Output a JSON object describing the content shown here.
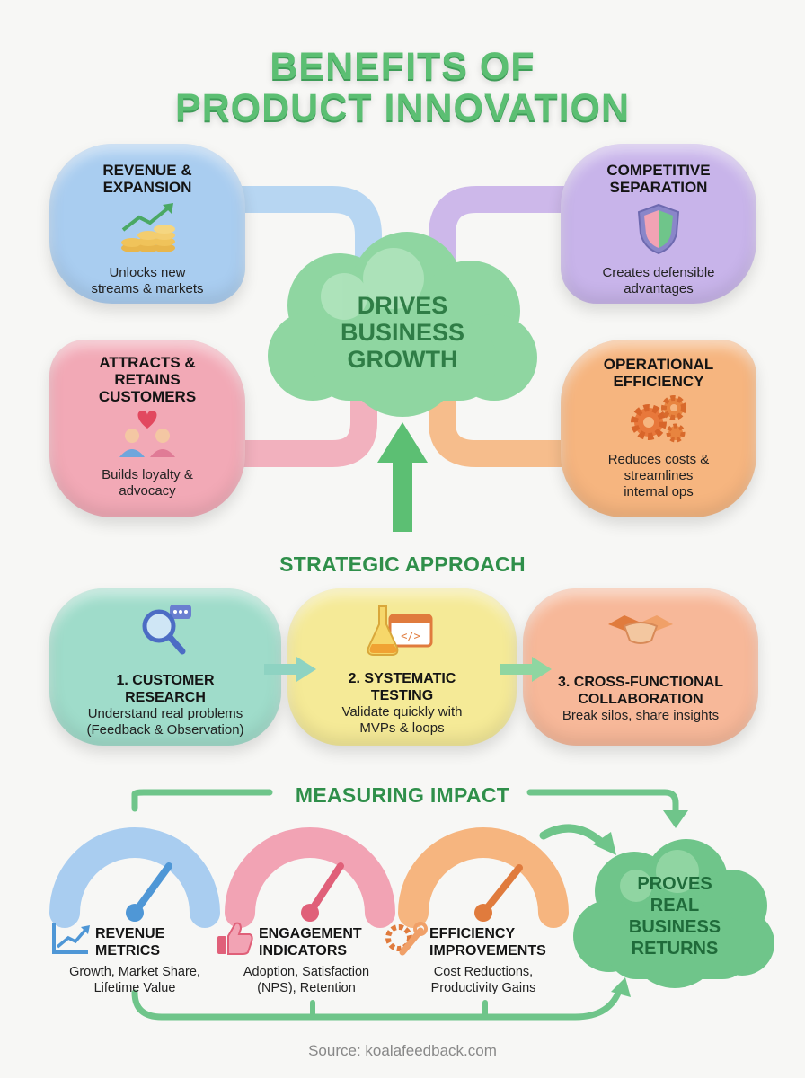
{
  "title": {
    "line1": "BENEFITS OF",
    "line2": "PRODUCT INNOVATION"
  },
  "center_cloud": {
    "line1": "DRIVES",
    "line2": "BUSINESS",
    "line3": "GROWTH"
  },
  "benefits": [
    {
      "title_line1": "REVENUE &",
      "title_line2": "EXPANSION",
      "text_line1": "Unlocks new",
      "text_line2": "streams & markets",
      "color": "#a9cdf0",
      "icon": "growth-coins-icon"
    },
    {
      "title_line1": "COMPETITIVE",
      "title_line2": "SEPARATION",
      "text_line1": "Creates defensible",
      "text_line2": "advantages",
      "color": "#c8b4ea",
      "icon": "shield-icon"
    },
    {
      "title_line1": "ATTRACTS &",
      "title_line2": "RETAINS",
      "title_line3": "CUSTOMERS",
      "text_line1": "Builds loyalty &",
      "text_line2": "advocacy",
      "color": "#f2a9b6",
      "icon": "people-heart-icon"
    },
    {
      "title_line1": "OPERATIONAL",
      "title_line2": "EFFICIENCY",
      "text_line1": "Reduces costs &",
      "text_line2": "streamlines",
      "text_line3": "internal ops",
      "color": "#f6b57f",
      "icon": "gears-icon"
    }
  ],
  "strategic": {
    "title": "STRATEGIC APPROACH",
    "steps": [
      {
        "title_line1": "1. CUSTOMER",
        "title_line2": "RESEARCH",
        "text_line1": "Understand real problems",
        "text_line2": "(Feedback & Observation)",
        "color": "#9fdcca",
        "icon": "magnifier-chat-icon"
      },
      {
        "title_line1": "2. SYSTEMATIC",
        "title_line2": "TESTING",
        "text_line1": "Validate quickly with",
        "text_line2": "MVPs & loops",
        "color": "#f5ea97",
        "icon": "flask-code-icon"
      },
      {
        "title_line1": "3. CROSS-FUNCTIONAL",
        "title_line2": "COLLABORATION",
        "text_line1": "Break silos, share insights",
        "color": "#f7b899",
        "icon": "handshake-icon"
      }
    ]
  },
  "measuring": {
    "title": "MEASURING IMPACT",
    "metrics": [
      {
        "title_line1": "REVENUE",
        "title_line2": "METRICS",
        "text_line1": "Growth, Market Share,",
        "text_line2": "Lifetime Value",
        "color": "#a9cdf0",
        "needle": "#4f97d6",
        "icon": "chart-icon"
      },
      {
        "title_line1": "ENGAGEMENT",
        "title_line2": "INDICATORS",
        "text_line1": "Adoption, Satisfaction",
        "text_line2": "(NPS), Retention",
        "color": "#f2a3b4",
        "needle": "#e06079",
        "icon": "thumbs-up-icon"
      },
      {
        "title_line1": "EFFICIENCY",
        "title_line2": "IMPROVEMENTS",
        "text_line1": "Cost Reductions,",
        "text_line2": "Productivity Gains",
        "color": "#f6b57f",
        "needle": "#e07b3d",
        "icon": "wrench-gear-icon"
      }
    ],
    "result_cloud": {
      "line1": "PROVES",
      "line2": "REAL",
      "line3": "BUSINESS",
      "line4": "RETURNS"
    }
  },
  "source": "Source: koalafeedback.com",
  "colors": {
    "green": "#5cbf73",
    "green_dark": "#2f8f4a"
  }
}
